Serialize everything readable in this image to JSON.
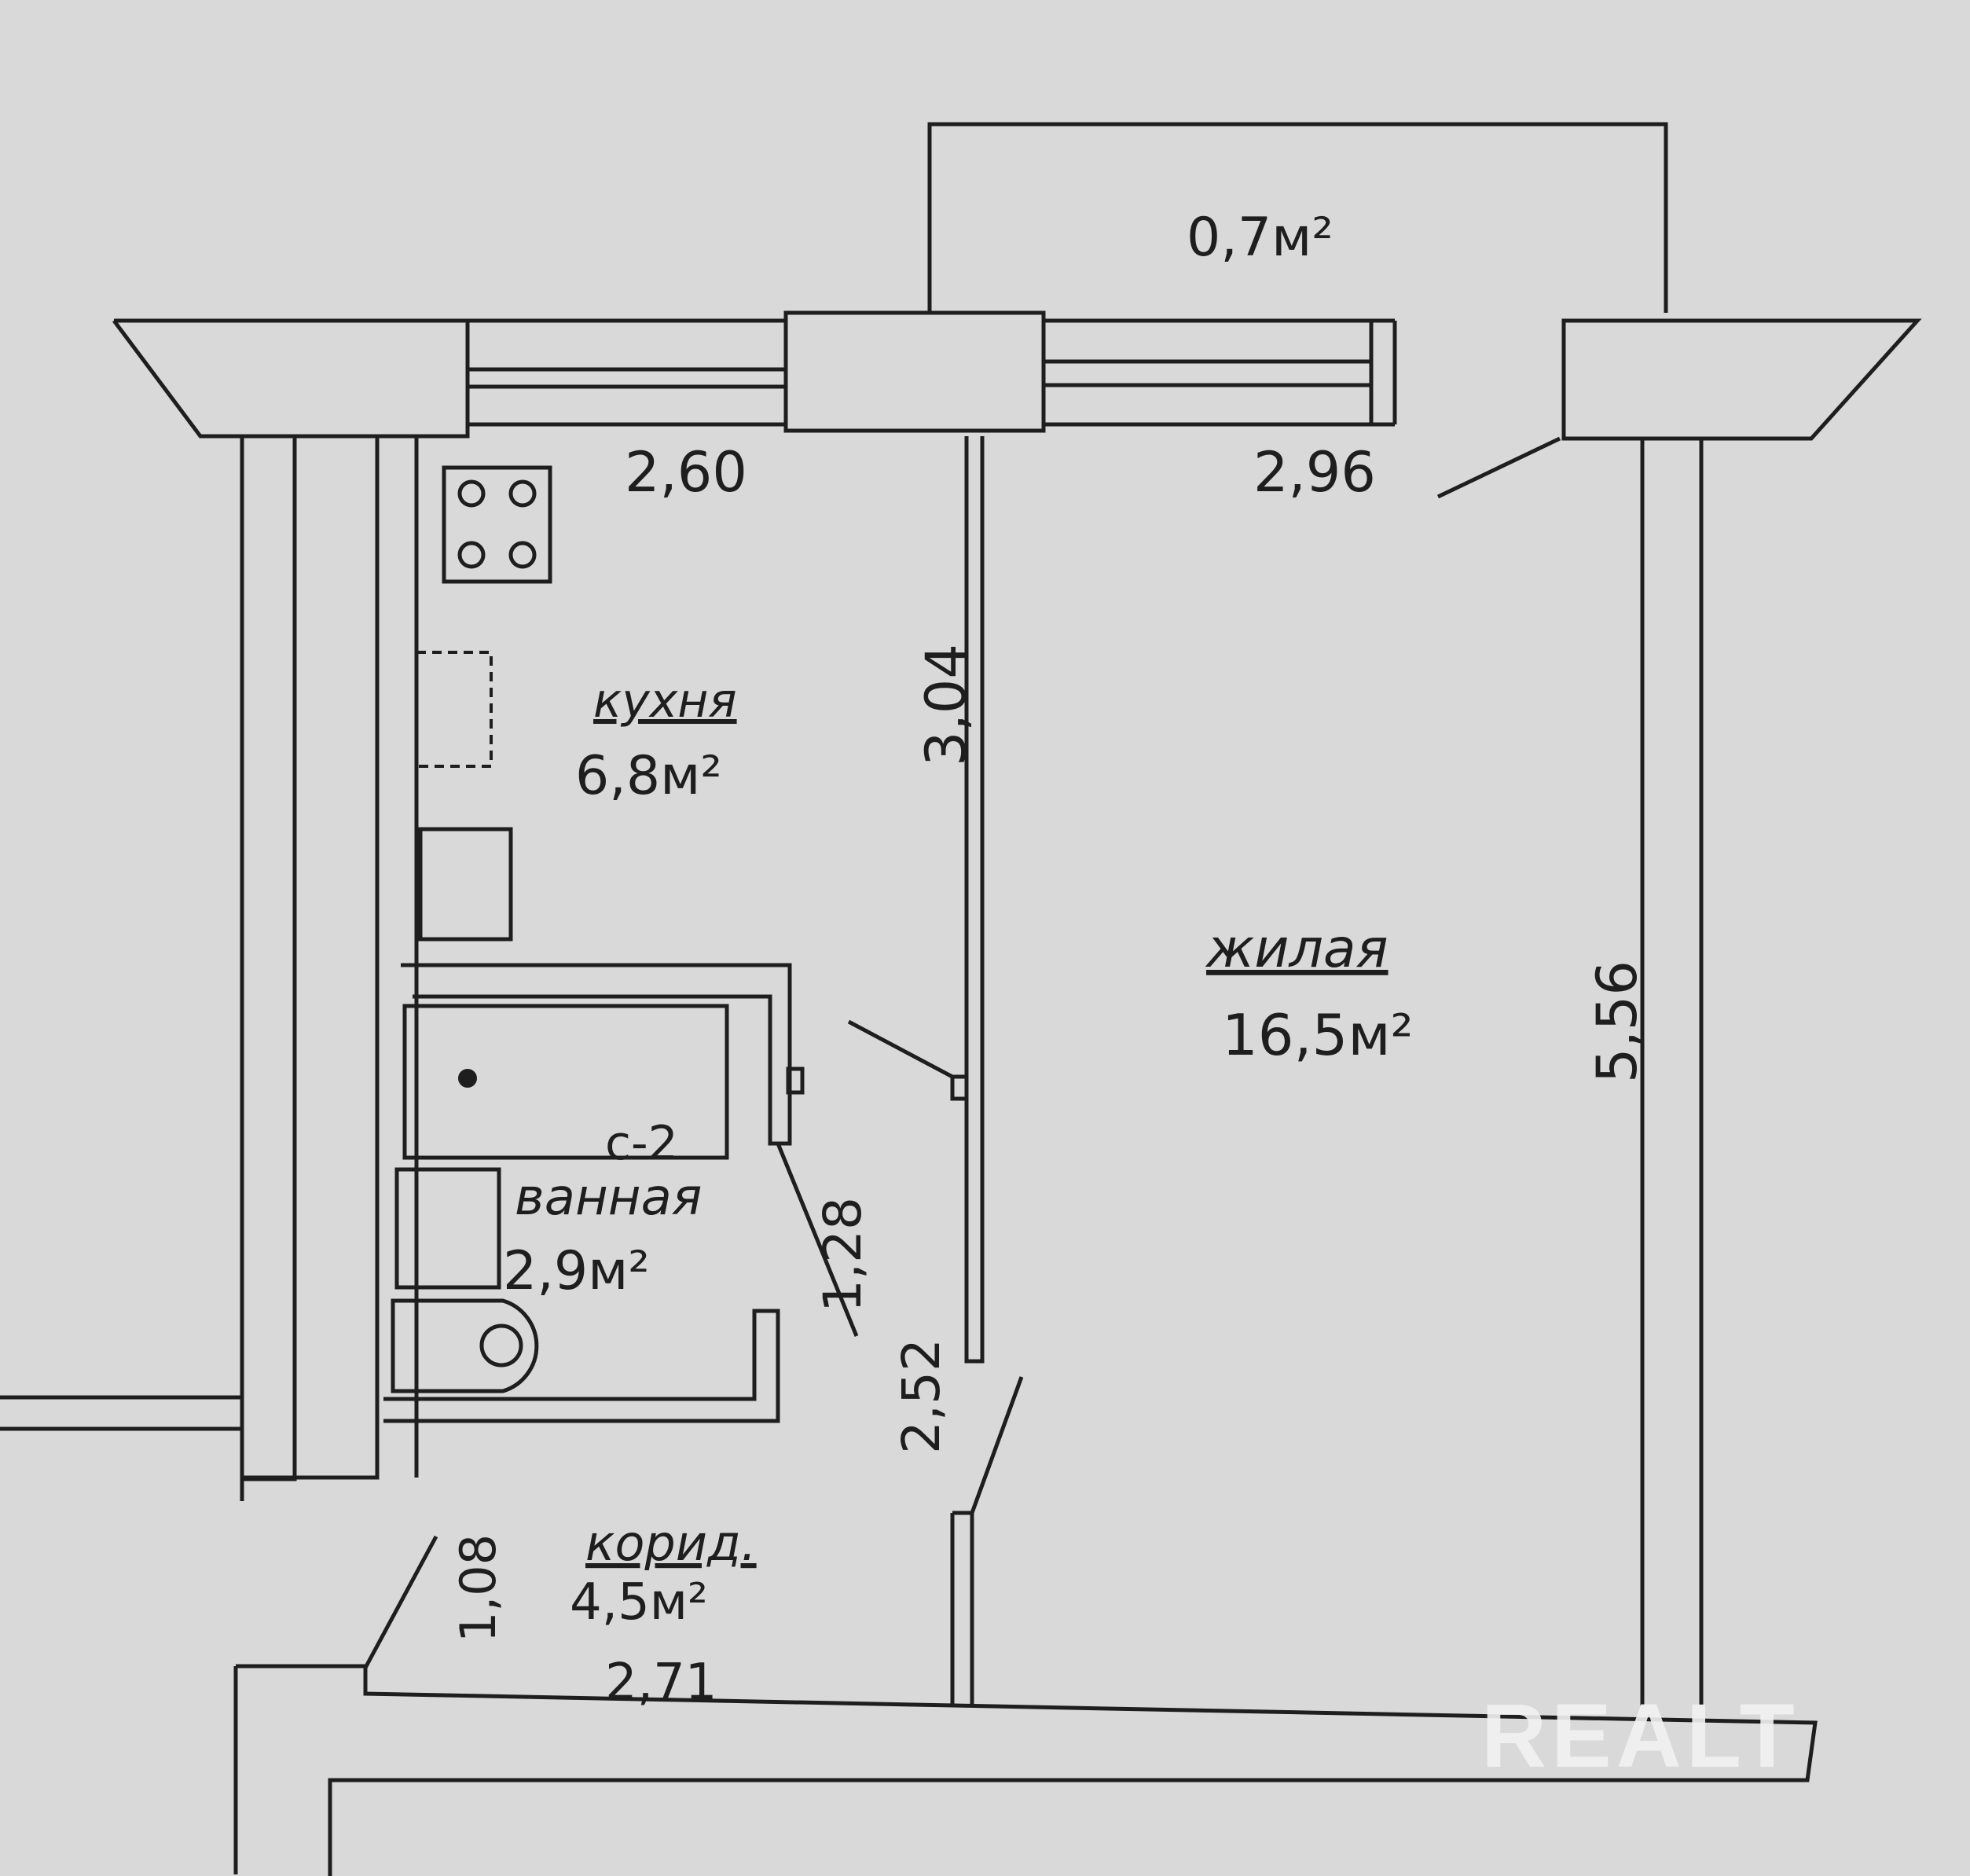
{
  "rooms": {
    "balcony": {
      "area": "0,7м²"
    },
    "kitchen": {
      "name": "кухня",
      "area": "6,8м²"
    },
    "living": {
      "name": "жилая",
      "area": "16,5м²"
    },
    "bathroom": {
      "name": "ванная",
      "area": "2,9м²",
      "mark": "с-2"
    },
    "corridor": {
      "name": "корид.",
      "area": "4,5м²"
    }
  },
  "dimensions": {
    "kitchen_width": "2,60",
    "living_width": "2,96",
    "kitchen_length": "3,04",
    "living_length": "5,56",
    "bath_length": "1,28",
    "corridor_length": "2,52",
    "corridor_short": "1,08",
    "corridor_width": "2,71"
  },
  "watermark": "REALT",
  "colors": {
    "paper": "#d9d9d9",
    "ink": "#1e1e1e",
    "watermark": "#f2f2f2"
  }
}
